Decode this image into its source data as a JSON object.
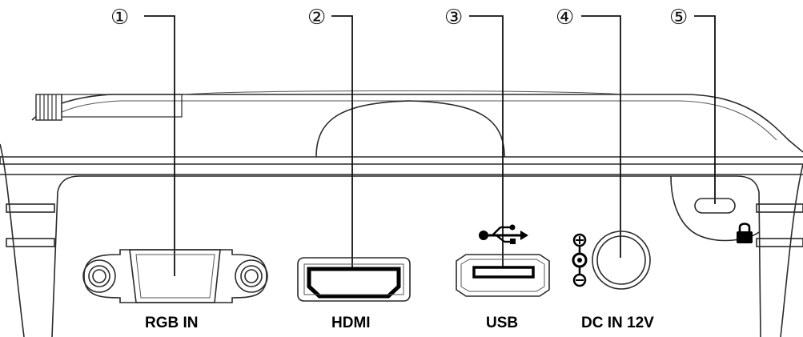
{
  "callouts": [
    {
      "num": "①",
      "port": "RGB IN"
    },
    {
      "num": "②",
      "port": "HDMI"
    },
    {
      "num": "③",
      "port": "USB"
    },
    {
      "num": "④",
      "port": "DC IN 12V"
    },
    {
      "num": "⑤",
      "port": "lock"
    }
  ],
  "labels": {
    "rgb": "RGB IN",
    "hdmi": "HDMI",
    "usb": "USB",
    "dc": "DC IN 12V"
  },
  "icons": {
    "usb_symbol": "usb-trident-icon",
    "polarity": "dc-polarity-icon",
    "lock": "padlock-icon"
  },
  "colors": {
    "line": "#2a2a2a",
    "fill": "#ffffff",
    "icon": "#000000"
  }
}
